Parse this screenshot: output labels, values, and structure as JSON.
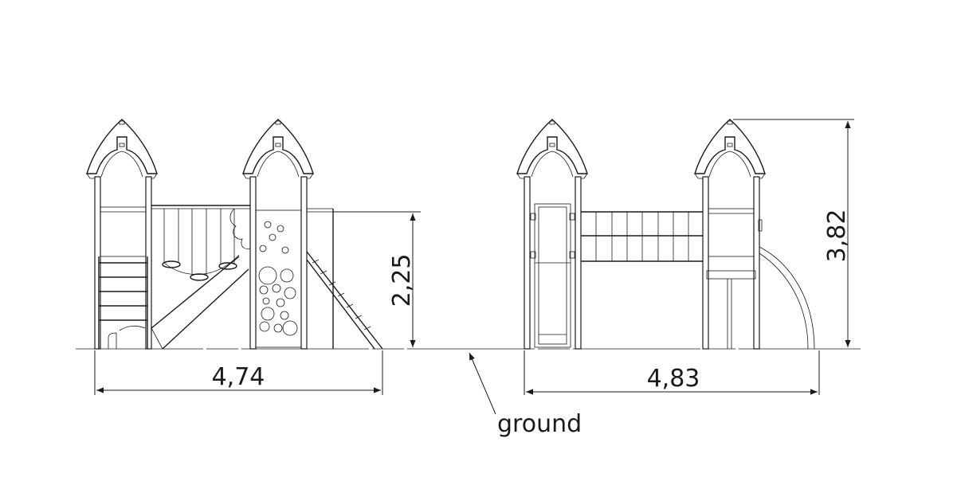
{
  "dimensions": {
    "left_width": "4,74",
    "right_width": "4,83",
    "platform_height": "2,25",
    "total_height": "3,82"
  },
  "labels": {
    "ground": "ground"
  }
}
